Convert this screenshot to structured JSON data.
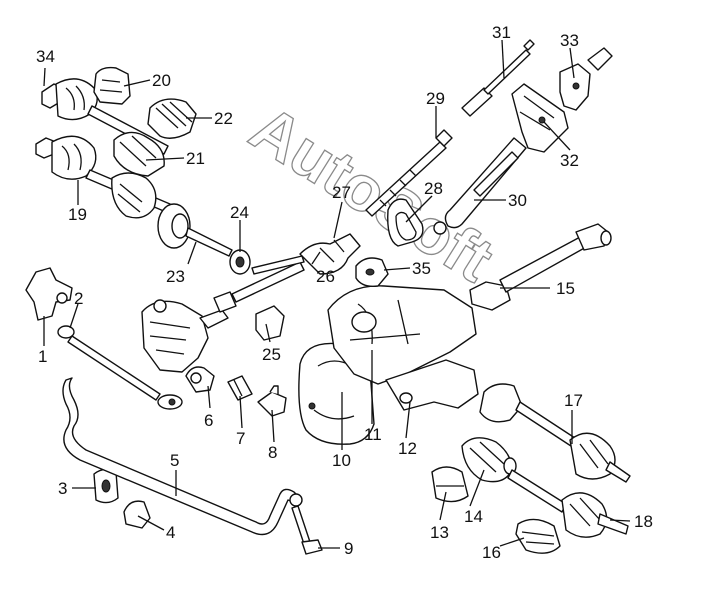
{
  "diagram": {
    "watermark": "AutoSoft",
    "callouts": [
      "1",
      "2",
      "3",
      "4",
      "5",
      "6",
      "7",
      "8",
      "9",
      "10",
      "11",
      "12",
      "13",
      "14",
      "15",
      "16",
      "17",
      "18",
      "19",
      "20",
      "21",
      "22",
      "23",
      "24",
      "25",
      "26",
      "27",
      "28",
      "29",
      "30",
      "31",
      "32",
      "33",
      "34",
      "35"
    ]
  }
}
